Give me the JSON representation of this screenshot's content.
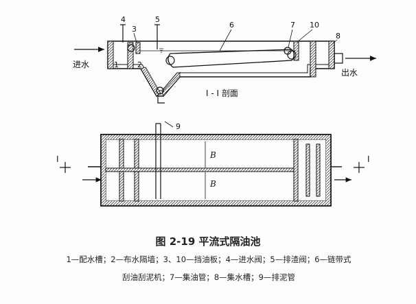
{
  "section_label": "I - I 剖面",
  "inlet_label": "进水",
  "outlet_label": "出水",
  "callouts": [
    "1",
    "2",
    "3",
    "4",
    "5",
    "6",
    "7",
    "8",
    "9",
    "10"
  ],
  "section_mark": "I",
  "dimension_label": "B",
  "caption": "图 2-19  平流式隔油池",
  "legend_line1": "1—配水槽；2—布水隔墙；3、10—挡油板；4—进水阀；5—排渣阀；6—链带式",
  "legend_line2": "刮油刮泥机；7—集油管；8—集水槽；9—排泥管"
}
